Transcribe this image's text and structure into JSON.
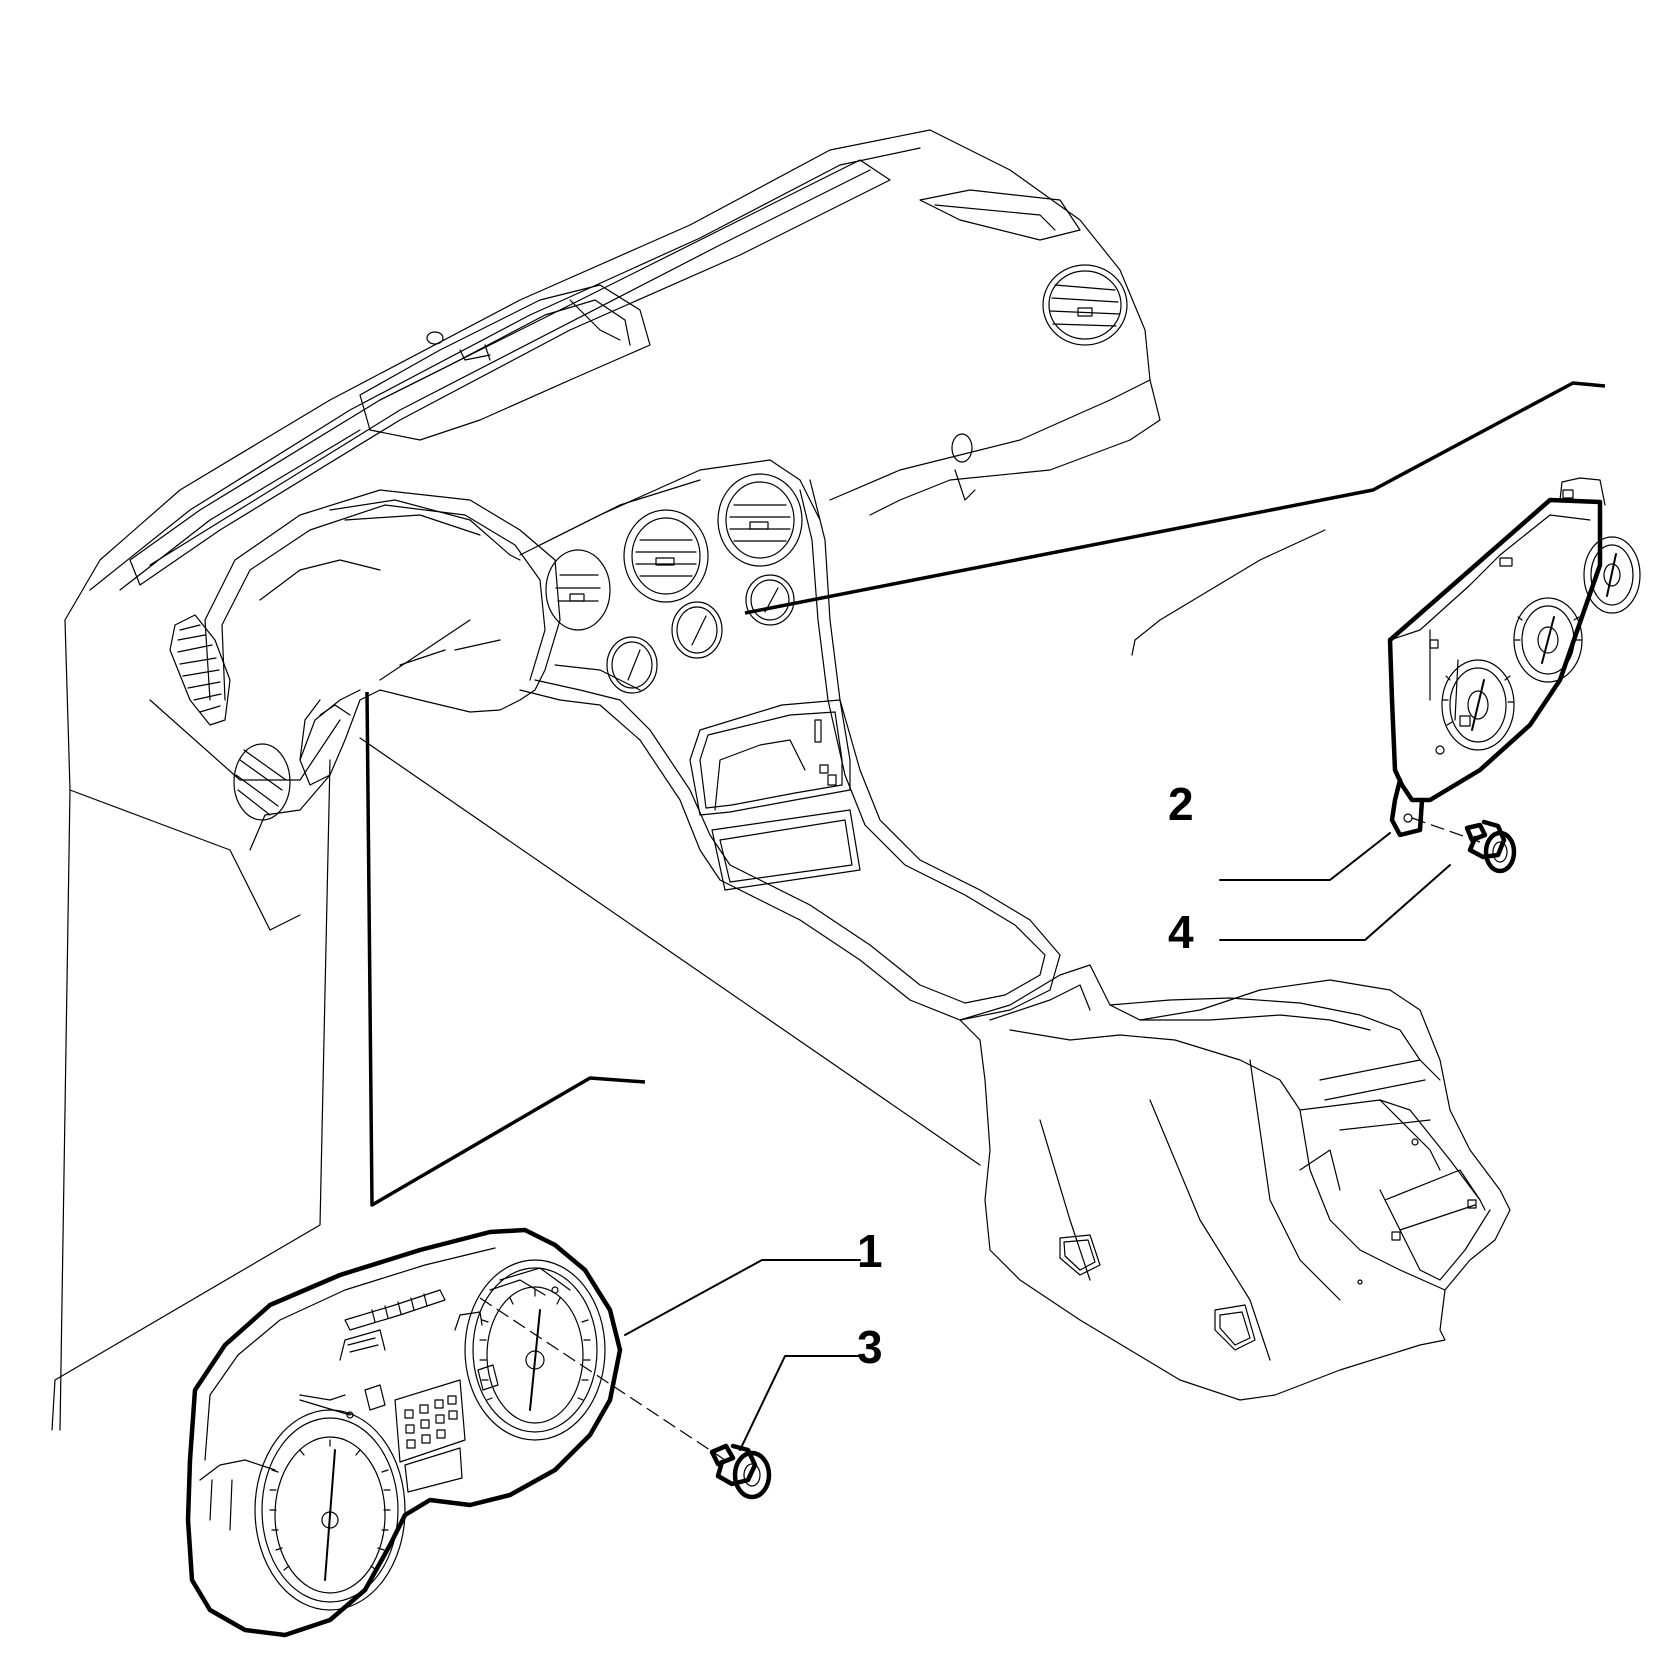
{
  "callouts": [
    {
      "id": "1",
      "label": "1",
      "part": "instrument-cluster"
    },
    {
      "id": "2",
      "label": "2",
      "part": "climate-control-panel"
    },
    {
      "id": "3",
      "label": "3",
      "part": "cluster-screw"
    },
    {
      "id": "4",
      "label": "4",
      "part": "panel-screw"
    }
  ],
  "colors": {
    "line": "#000000",
    "background": "#ffffff"
  }
}
